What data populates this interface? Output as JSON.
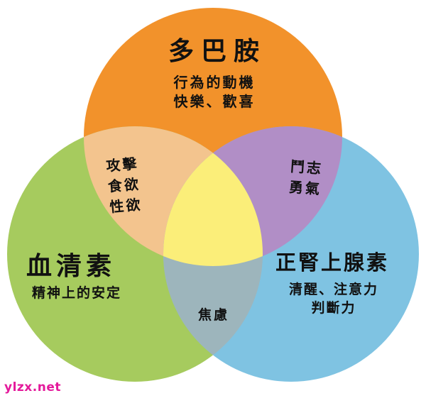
{
  "colors": {
    "dopamine_circle": "#F2922B",
    "serotonin_circle": "#A6CB5E",
    "norepinephrine_circle": "#7FC3E2",
    "overlap_dopamine_serotonin": "#F3C48E",
    "overlap_dopamine_norepinephrine": "#B18EC6",
    "overlap_serotonin_norepinephrine": "#9DB5BC",
    "center_overlap": "#FBEE79",
    "text": "#111111",
    "watermark": "#E4199B",
    "background": "#FFFFFF"
  },
  "circles": {
    "dopamine": {
      "title": "多巴胺",
      "desc_line1": "行為的動機",
      "desc_line2": "快樂、歡喜"
    },
    "serotonin": {
      "title": "血清素",
      "desc": "精神上的安定"
    },
    "norepinephrine": {
      "title": "正腎上腺素",
      "desc_line1": "清醒、注意力",
      "desc_line2": "判斷力"
    }
  },
  "overlaps": {
    "dopamine_serotonin": {
      "line1": "攻擊",
      "line2": "食欲",
      "line3": "性欲"
    },
    "dopamine_norepinephrine": {
      "line1": "鬥志",
      "line2": "勇氣"
    },
    "serotonin_norepinephrine": {
      "label": "焦慮"
    }
  },
  "watermark": {
    "text": "ylzx.net"
  }
}
